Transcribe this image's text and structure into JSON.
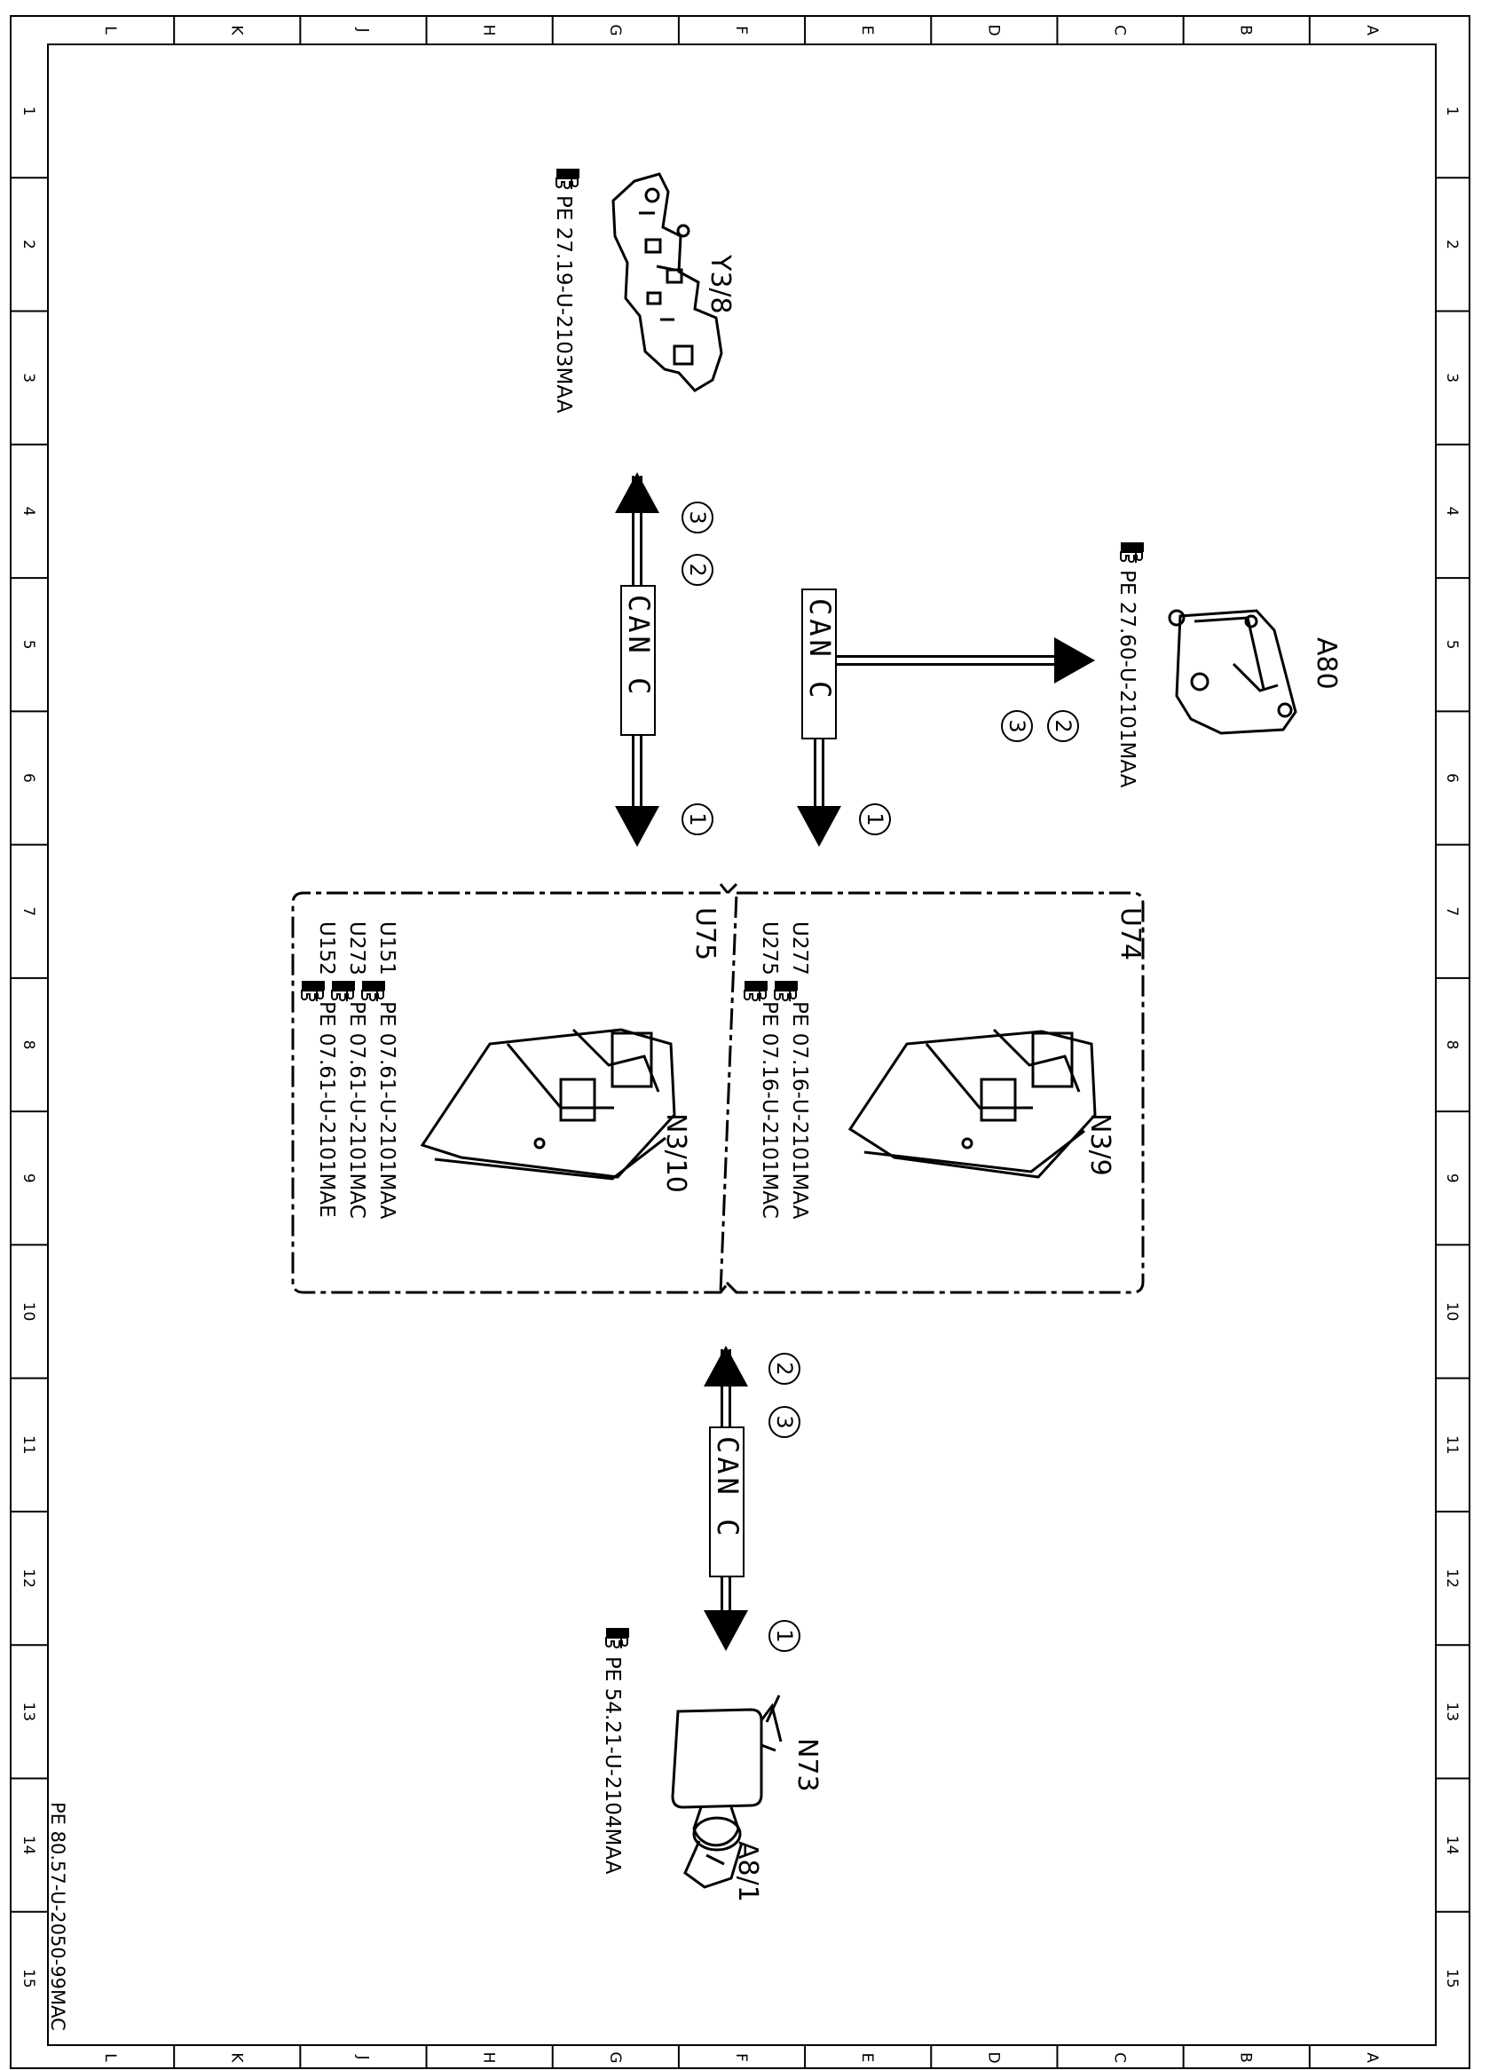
{
  "sheet": {
    "drawing_number": "PE 80.57-U-2050-99MAC",
    "columns": [
      "L",
      "K",
      "J",
      "H",
      "G",
      "F",
      "E",
      "D",
      "C",
      "B",
      "A"
    ],
    "rows": [
      "1",
      "2",
      "3",
      "4",
      "5",
      "6",
      "7",
      "8",
      "9",
      "10",
      "11",
      "12",
      "13",
      "14",
      "15"
    ]
  },
  "pointer_icon": "hand-pointer-icon",
  "components": {
    "y3_8": {
      "label": "Y3/8",
      "ref": "PE 27.19-U-2103MAA"
    },
    "a80": {
      "label": "A80",
      "ref": "PE 27.60-U-2101MAA"
    },
    "n3_9": {
      "label": "N3/9"
    },
    "n3_10": {
      "label": "N3/10"
    },
    "n73": {
      "label": "N73",
      "ref": "PE 54.21-U-2104MAA"
    },
    "a8_1": {
      "label": "A8/1"
    }
  },
  "variants": {
    "u74": {
      "label": "U74",
      "lines": [
        {
          "code": "U277",
          "ref": "PE 07.16-U-2101MAA"
        },
        {
          "code": "U275",
          "ref": "PE 07.16-U-2101MAC"
        }
      ]
    },
    "u75": {
      "label": "U75",
      "lines": [
        {
          "code": "U151",
          "ref": "PE 07.61-U-2101MAA"
        },
        {
          "code": "U273",
          "ref": "PE 07.61-U-2101MAC"
        },
        {
          "code": "U152",
          "ref": "PE 07.61-U-2101MAE"
        }
      ]
    }
  },
  "buses": {
    "bus_left": {
      "label": "CAN C",
      "up_markers": [
        "3",
        "2"
      ],
      "down_marker": "1"
    },
    "bus_center": {
      "label": "CAN C",
      "right_markers": [
        "2",
        "3"
      ],
      "down_marker": "1"
    },
    "bus_bottom": {
      "label": "CAN C",
      "up_markers": [
        "2",
        "3"
      ],
      "down_marker": "1"
    }
  }
}
